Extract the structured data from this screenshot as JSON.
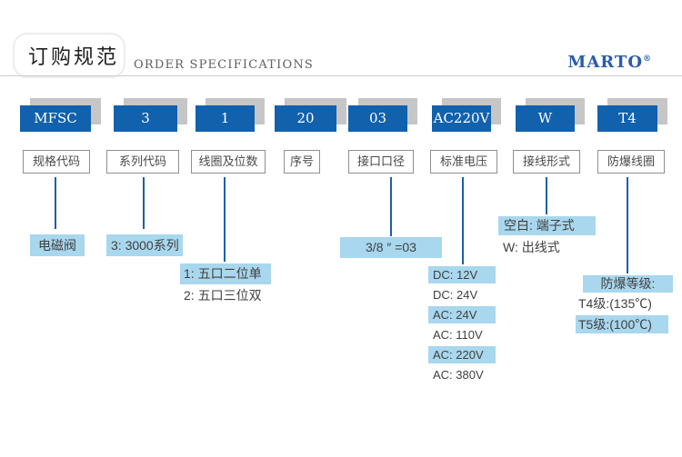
{
  "header": {
    "title_cn": "订购规范",
    "title_en": "ORDER SPECIFICATIONS",
    "brand": "MARTO",
    "brand_reg": "®"
  },
  "colors": {
    "code_box_blue": "#1261ad",
    "highlight_blue": "#a8d7ee",
    "connector_line_blue": "#1c5fa8",
    "brand_blue": "#2a5caa",
    "shadow_gray": "#c6c6c6"
  },
  "columns": [
    {
      "code": "MFSC",
      "label": "规格代码",
      "notes": [
        {
          "text": "电磁阀",
          "highlight": true
        }
      ]
    },
    {
      "code": "3",
      "label": "系列代码",
      "notes": [
        {
          "text": "3: 3000系列",
          "highlight": true
        }
      ]
    },
    {
      "code": "1",
      "label": "线圈及位数",
      "notes": [
        {
          "text": "1: 五口二位单",
          "highlight": true
        },
        {
          "text": "2: 五口三位双",
          "highlight": false
        }
      ]
    },
    {
      "code": "20",
      "label": "序号",
      "notes": []
    },
    {
      "code": "03",
      "label": "接口口径",
      "notes": [
        {
          "text": "3/8 ″ =03",
          "highlight": true
        }
      ]
    },
    {
      "code": "AC220V",
      "label": "标准电压",
      "notes": [
        {
          "text": "DC: 12V",
          "highlight": true
        },
        {
          "text": "DC: 24V",
          "highlight": false
        },
        {
          "text": "AC: 24V",
          "highlight": true
        },
        {
          "text": "AC: 110V",
          "highlight": false
        },
        {
          "text": "AC: 220V",
          "highlight": true
        },
        {
          "text": "AC: 380V",
          "highlight": false
        }
      ]
    },
    {
      "code": "W",
      "label": "接线形式",
      "notes": [
        {
          "text": "空白: 端子式",
          "highlight": true
        },
        {
          "text": "W: 出线式",
          "highlight": false
        }
      ]
    },
    {
      "code": "T4",
      "label": "防爆线圈",
      "notes": [
        {
          "text": "防爆等级:",
          "highlight": true
        },
        {
          "text": "T4级:(135℃)",
          "highlight": false
        },
        {
          "text": "T5级:(100℃)",
          "highlight": true
        }
      ]
    }
  ]
}
